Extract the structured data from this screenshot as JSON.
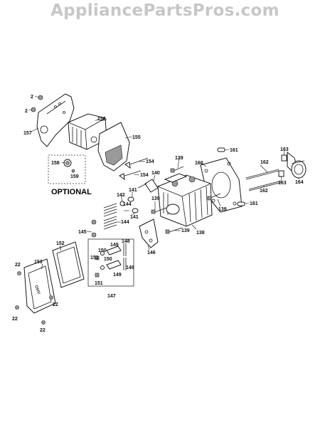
{
  "watermark": "AppliancePartsPros.com",
  "optional_label": "OPTIONAL",
  "callouts": {
    "c2a": "2",
    "c2b": "2",
    "c156": "156",
    "c157": "157",
    "c155": "155",
    "c158": "158",
    "c159": "159",
    "c139a": "139",
    "c160": "160",
    "c161a": "161",
    "c162a": "162",
    "c163a": "163",
    "c154a": "154",
    "c154b": "154",
    "c140": "140",
    "c163b": "163",
    "c164": "164",
    "c141a": "141",
    "c142": "142",
    "c139b": "139",
    "c162b": "162",
    "c161b": "161",
    "c144a": "144",
    "c139c": "139",
    "c145": "145",
    "c144b": "144",
    "c141b": "141",
    "c139d": "139",
    "c138": "138",
    "c152": "152",
    "c148a": "148",
    "c146": "146",
    "c149": "149",
    "c150a": "150",
    "c151a": "151",
    "c148b": "148",
    "c22a": "22",
    "c153": "153",
    "c150b": "150",
    "c149b": "149",
    "c151b": "151",
    "c22b": "22",
    "c147": "147",
    "c22c": "22",
    "c22d": "22"
  }
}
